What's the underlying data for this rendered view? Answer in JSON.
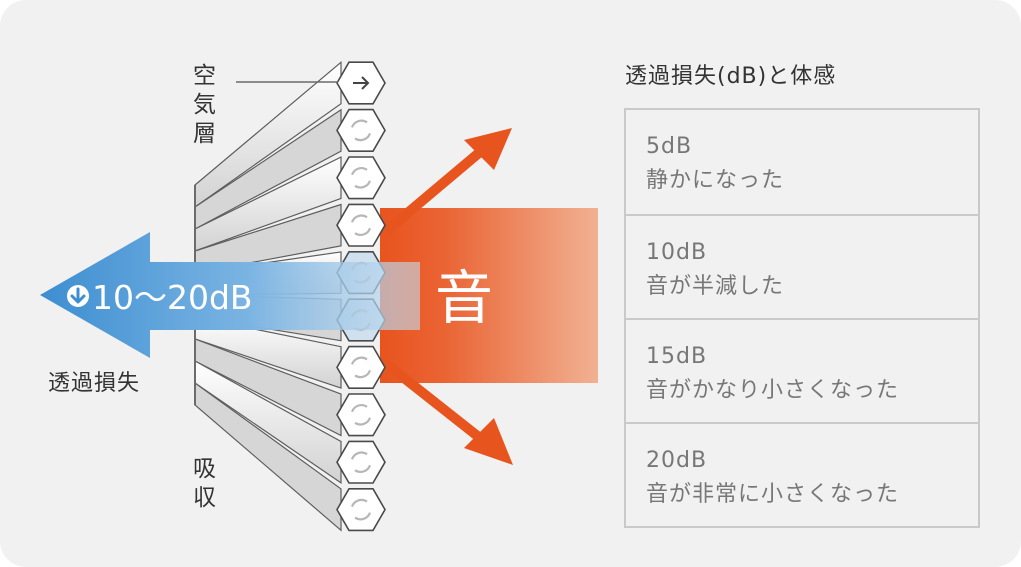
{
  "labels": {
    "air_layer": [
      "空",
      "気",
      "層"
    ],
    "absorption": [
      "吸",
      "収"
    ],
    "sound": "音",
    "loss_value": "10～20dB",
    "loss_label": "透過損失"
  },
  "table": {
    "title": "透過損失(dB)と体感",
    "rows": [
      {
        "db": "5dB",
        "feel": "静かになった"
      },
      {
        "db": "10dB",
        "feel": "音が半減した"
      },
      {
        "db": "15dB",
        "feel": "音がかなり小さくなった"
      },
      {
        "db": "20dB",
        "feel": "音が非常に小さくなった"
      }
    ]
  },
  "colors": {
    "sound_orange": "#e8541e",
    "loss_blue": "#3d8ed1",
    "text_dark": "#333333",
    "text_gray": "#777777",
    "border_gray": "#c9c9c9",
    "background": "#f1f1f1"
  },
  "icons": [
    "arrow-right-icon",
    "recycle-icon",
    "down-arrow-circle-icon"
  ]
}
